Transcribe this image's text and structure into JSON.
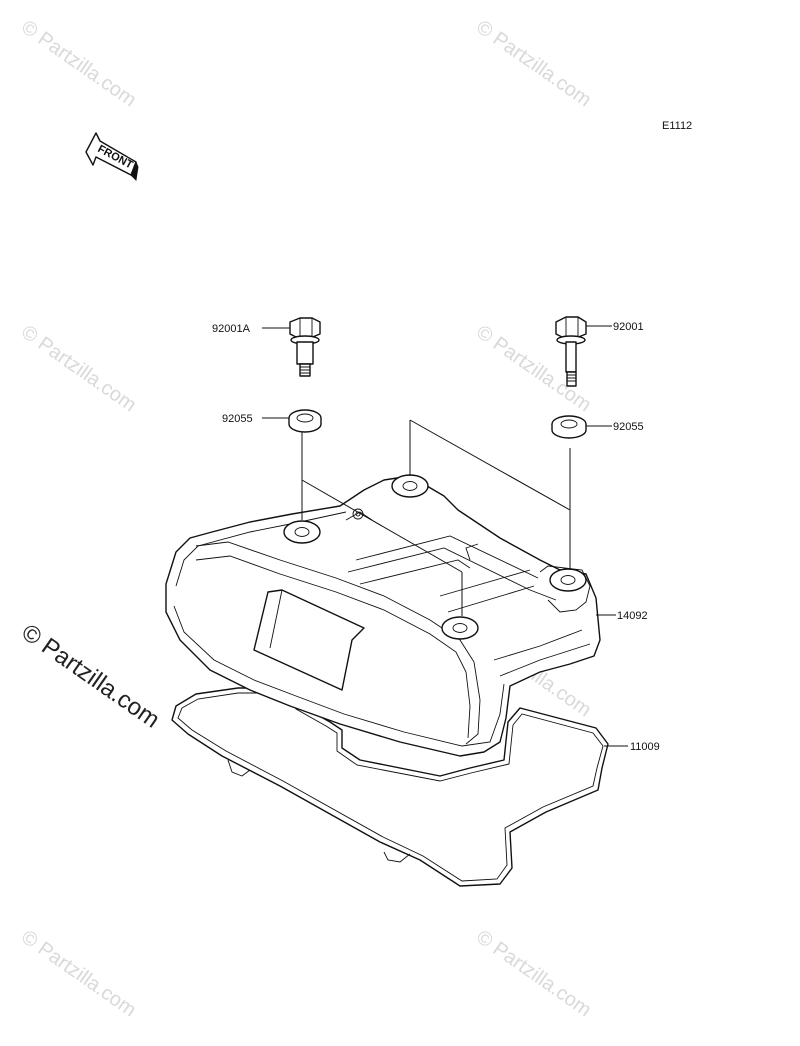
{
  "diagram_code": "E1112",
  "front_label": "FRONT",
  "watermark_text": "© Partzilla.com",
  "main_watermark_text": "© Partzilla.com",
  "parts": {
    "bolt_a": "92001A",
    "bolt_b": "92001",
    "washer_left": "92055",
    "washer_right": "92055",
    "cover": "14092",
    "gasket": "11009"
  }
}
